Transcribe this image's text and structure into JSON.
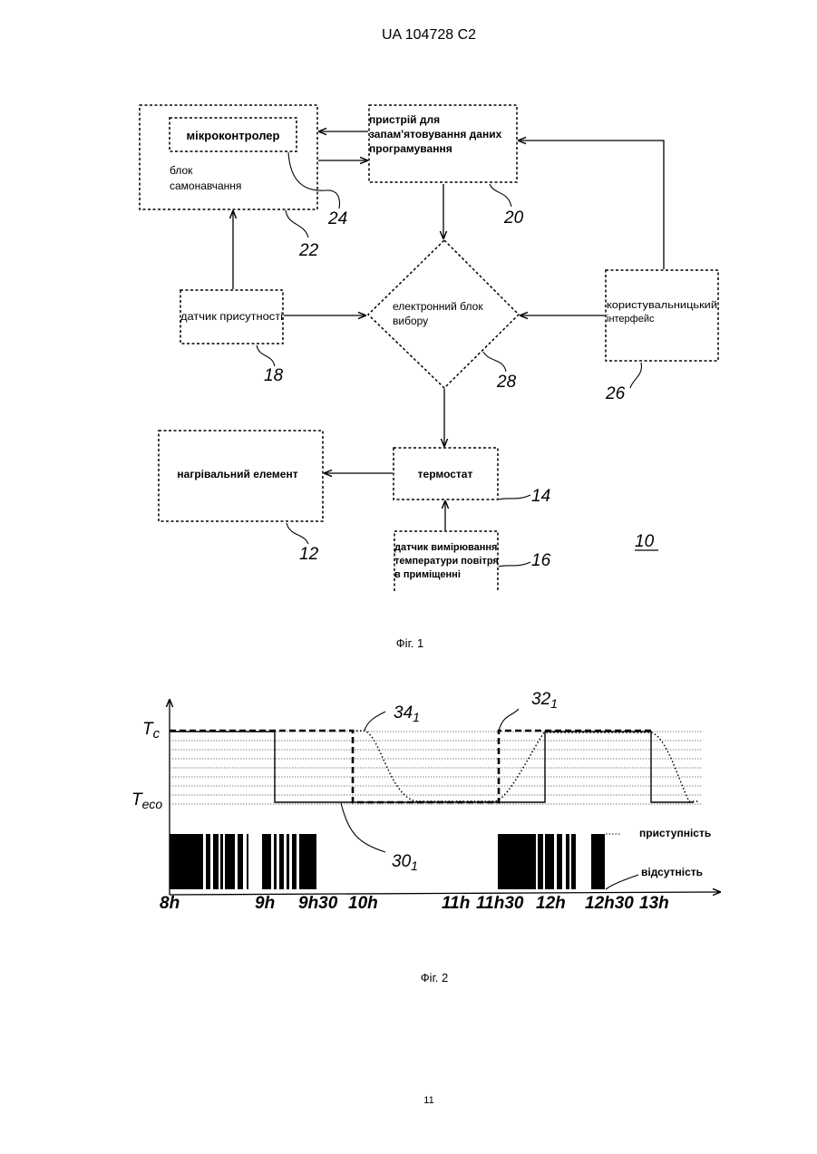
{
  "header": {
    "patent": "UA 104728 C2"
  },
  "figure1": {
    "caption": "Фіг. 1",
    "system_ref": "10",
    "blocks": {
      "self_learning": {
        "inner": "мікроконтролер",
        "line1": "блок",
        "line2": "самонавчання",
        "ref": "22",
        "inner_ref": "24"
      },
      "memory": {
        "line1": "пристрій для",
        "line2": "запам'ятовування даних",
        "line3": "програмування",
        "ref": "20"
      },
      "presence_sensor": {
        "label": "датчик присутності",
        "ref": "18"
      },
      "selector": {
        "line1": "електронний блок",
        "line2": "вибору",
        "ref": "28"
      },
      "user_interface": {
        "line1": "користувальницький",
        "line2": "інтерфейс",
        "ref": "26"
      },
      "heater": {
        "label": "нагрівальний елемент",
        "ref": "12"
      },
      "thermostat": {
        "label": "термостат",
        "ref": "14"
      },
      "temp_sensor": {
        "line1": "датчик вимірювання",
        "line2": "температури повітря",
        "line3": "в приміщенні",
        "ref": "16"
      }
    }
  },
  "figure2": {
    "caption": "Фіг. 2",
    "y_labels": {
      "comfort": "T",
      "comfort_sub": "c",
      "eco": "T",
      "eco_sub": "eco"
    },
    "x_ticks": [
      "8h",
      "9h",
      "9h30",
      "10h",
      "11h",
      "11h30",
      "12h",
      "12h30",
      "13h"
    ],
    "legend": {
      "presence": "приступність",
      "absence": "відсутність"
    },
    "refs": {
      "curve34": "34",
      "curve34_sub": "1",
      "curve32": "32",
      "curve32_sub": "1",
      "curve30": "30",
      "curve30_sub": "1"
    }
  },
  "footer": {
    "page_number": "11"
  }
}
